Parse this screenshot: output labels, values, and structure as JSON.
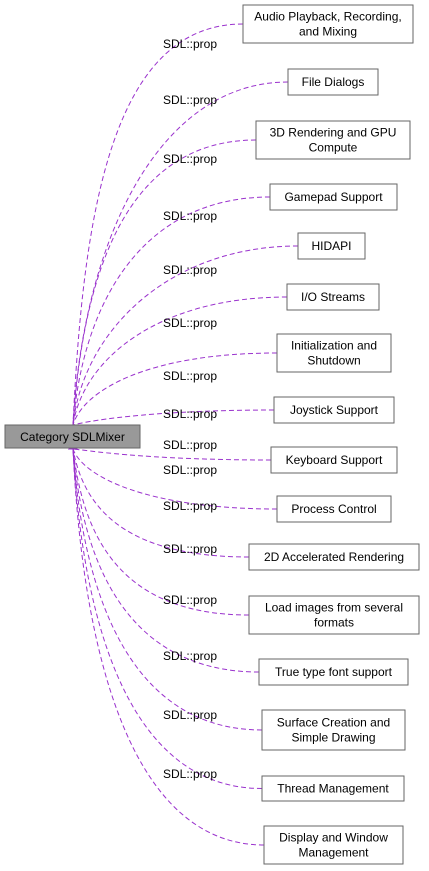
{
  "root": {
    "label": "Category SDLMixer"
  },
  "edge_label": "SDL::prop",
  "edge_color": "#9a32cd",
  "nodes": [
    {
      "lines": [
        "Audio Playback, Recording,",
        "and Mixing"
      ]
    },
    {
      "lines": [
        "File Dialogs"
      ]
    },
    {
      "lines": [
        "3D Rendering and GPU",
        "Compute"
      ]
    },
    {
      "lines": [
        "Gamepad Support"
      ]
    },
    {
      "lines": [
        "HIDAPI"
      ]
    },
    {
      "lines": [
        "I/O Streams"
      ]
    },
    {
      "lines": [
        "Initialization and",
        "Shutdown"
      ]
    },
    {
      "lines": [
        "Joystick Support"
      ]
    },
    {
      "lines": [
        "Keyboard Support"
      ]
    },
    {
      "lines": [
        "Process Control"
      ]
    },
    {
      "lines": [
        "2D Accelerated Rendering"
      ]
    },
    {
      "lines": [
        "Load images from several",
        "formats"
      ]
    },
    {
      "lines": [
        "True type font support"
      ]
    },
    {
      "lines": [
        "Surface Creation and",
        "Simple Drawing"
      ]
    },
    {
      "lines": [
        "Thread Management"
      ]
    },
    {
      "lines": [
        "Display and Window",
        "Management"
      ]
    }
  ]
}
